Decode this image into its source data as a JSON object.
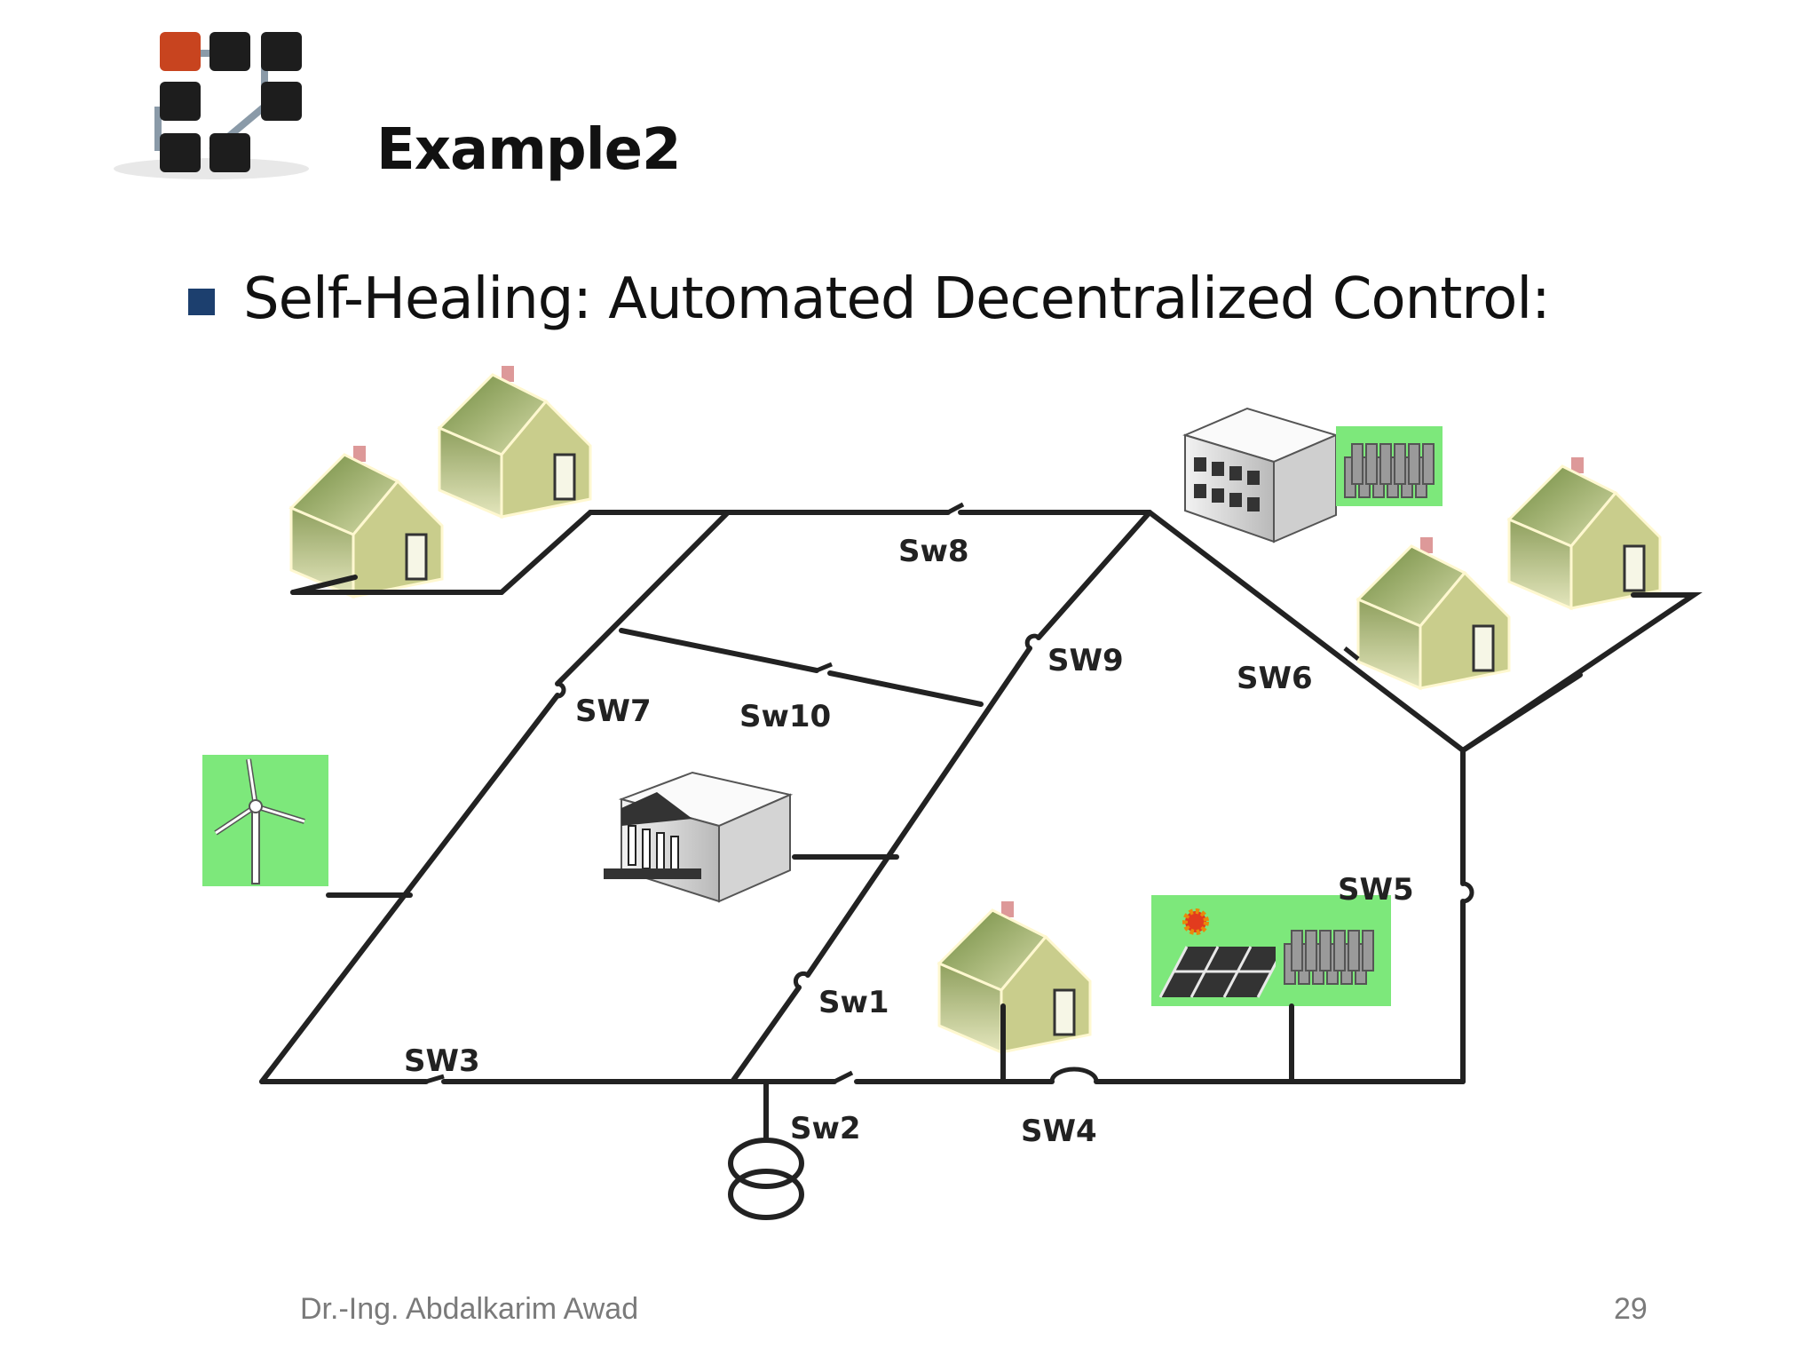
{
  "slide": {
    "title": "Example2",
    "bullet": "Self-Healing: Automated Decentralized Control:",
    "footer_author": "Dr.-Ing. Abdalkarim Awad",
    "page_number": "29"
  },
  "diagram": {
    "switch_labels": {
      "sw1": "Sw1",
      "sw2": "Sw2",
      "sw3": "SW3",
      "sw4": "SW4",
      "sw5": "SW5",
      "sw6": "SW6",
      "sw7": "SW7",
      "sw8": "Sw8",
      "sw9": "SW9",
      "sw10": "Sw10"
    },
    "icons": [
      "house-icon",
      "office-building-icon",
      "battery-storage-icon",
      "wind-turbine-icon",
      "bank-building-icon",
      "solar-panel-icon",
      "sun-icon",
      "transformer-icon"
    ],
    "colors": {
      "green_highlight": "#7de87b",
      "house_wall": "#b9c28a",
      "house_roof": "#9aa46a",
      "logo_accent": "#c8441f",
      "bullet": "#1c3f6e"
    }
  }
}
